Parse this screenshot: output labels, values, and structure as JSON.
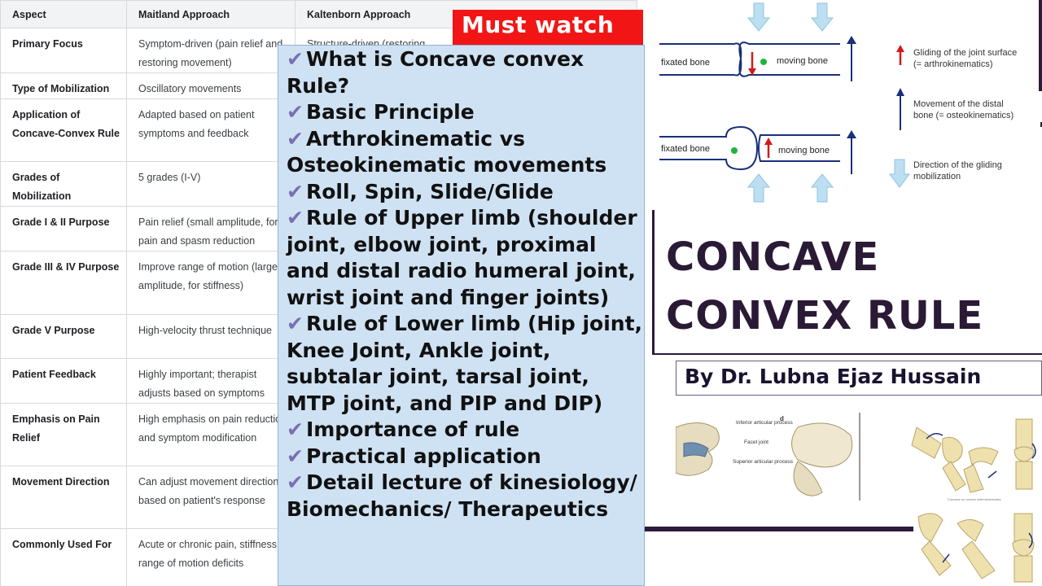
{
  "table": {
    "headers": [
      "Aspect",
      "Maitland Approach",
      "Kaltenborn Approach"
    ],
    "rows": [
      {
        "aspect": "Primary Focus",
        "maitland": "Symptom-driven (pain relief and restoring movement)",
        "kaltenborn": "Structure-driven (restoring"
      },
      {
        "aspect": "Type of Mobilization",
        "maitland": "Oscillatory movements",
        "kaltenborn": ""
      },
      {
        "aspect": "Application of Concave-Convex Rule",
        "maitland": "Adapted based on patient symptoms and feedback",
        "kaltenborn": ""
      },
      {
        "aspect": "Grades of Mobilization",
        "maitland": "5 grades (I-V)",
        "kaltenborn": ""
      },
      {
        "aspect": "Grade I & II Purpose",
        "maitland": "Pain relief (small amplitude, for pain and spasm reduction",
        "kaltenborn": ""
      },
      {
        "aspect": "Grade III & IV Purpose",
        "maitland": "Improve range of motion (larger amplitude, for stiffness)",
        "kaltenborn": ""
      },
      {
        "aspect": "Grade V Purpose",
        "maitland": "High-velocity thrust technique",
        "kaltenborn": ""
      },
      {
        "aspect": "Patient Feedback",
        "maitland": "Highly important; therapist adjusts based on symptoms",
        "kaltenborn": ""
      },
      {
        "aspect": "Emphasis on Pain Relief",
        "maitland": "High emphasis on pain reduction and symptom modification",
        "kaltenborn": ""
      },
      {
        "aspect": "Movement Direction",
        "maitland": "Can adjust movement direction based on patient's response",
        "kaltenborn": ""
      },
      {
        "aspect": "Commonly Used For",
        "maitland": "Acute or chronic pain, stiffness, range of motion deficits",
        "kaltenborn": ""
      }
    ]
  },
  "badge": {
    "label": "Must watch",
    "color": "#f21515"
  },
  "topics": {
    "check_glyph": "✔",
    "check_color": "#7a6fb3",
    "items": [
      "What is Concave convex Rule?",
      "Basic Principle",
      "Arthrokinematic vs Osteokinematic movements",
      "Roll, Spin, Slide/Glide",
      "Rule of Upper limb (shoulder joint, elbow joint, proximal and distal radio humeral joint, wrist joint and finger joints)",
      "Rule of Lower limb (Hip joint, Knee Joint, Ankle joint, subtalar joint, tarsal joint, MTP joint, and PIP and DIP)",
      "Importance of rule",
      "Practical application",
      "Detail lecture of kinesiology/ Biomechanics/ Therapeutics"
    ]
  },
  "diagram": {
    "fixated_bone": "fixated bone",
    "moving_bone": "moving bone",
    "legend": {
      "gliding": [
        "Gliding of the joint surface",
        "(= arthrokinematics)"
      ],
      "movement": [
        "Movement of the distal",
        "bone (= osteokinematics)"
      ],
      "direction": [
        "Direction of the gliding",
        "mobilization"
      ]
    },
    "colors": {
      "arrow_red": "#d11a1a",
      "arrow_blue": "#1b2f7a",
      "dot_green": "#1fb53a",
      "mobilization": "#bcdff2"
    }
  },
  "title": {
    "line1": "CONCAVE",
    "line2": "CONVEX RULE",
    "author": "By Dr. Lubna Ejaz Hussain"
  },
  "spine_figure": {
    "inferior": "Inferior articular process",
    "facet": "Facet joint",
    "superior": "Superior articular process",
    "panel": "d"
  }
}
